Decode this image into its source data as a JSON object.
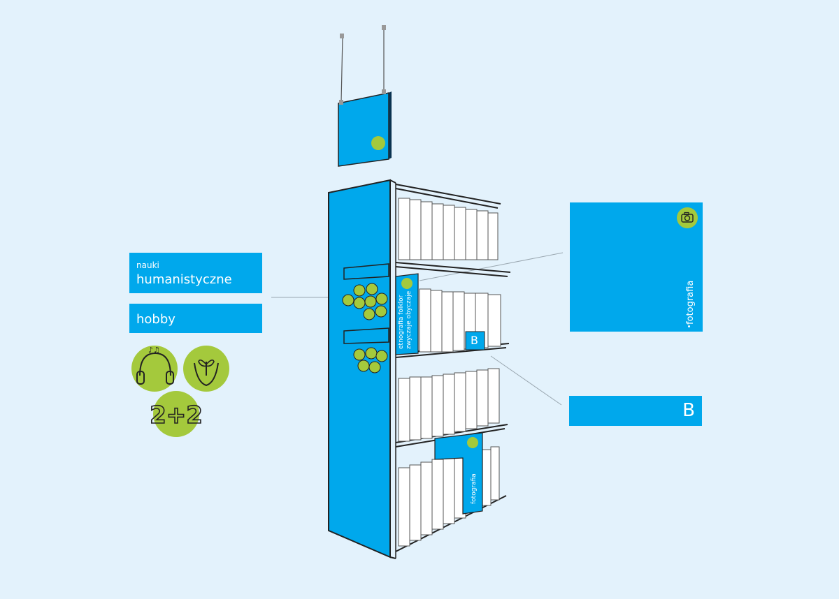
{
  "left_labels": {
    "category_small": "nauki",
    "category_main": "humanistyczne",
    "secondary": "hobby"
  },
  "icons": [
    {
      "name": "headphones-music-icon"
    },
    {
      "name": "hands-plant-icon"
    },
    {
      "name": "math-2plus2-icon",
      "text": "2+2"
    }
  ],
  "shelf_sign": {
    "line1": "etnografia  folklor",
    "line2": "zwyczaje  obyczaje"
  },
  "shelf_letter": "B",
  "insert_label": "fotografia",
  "right_panel": {
    "label": "fotografia",
    "icon": "camera-icon"
  },
  "right_letter": "B",
  "colors": {
    "background": "#e3f2fc",
    "blue": "#00a8ec",
    "green": "#a4c93c",
    "line": "#222222"
  }
}
